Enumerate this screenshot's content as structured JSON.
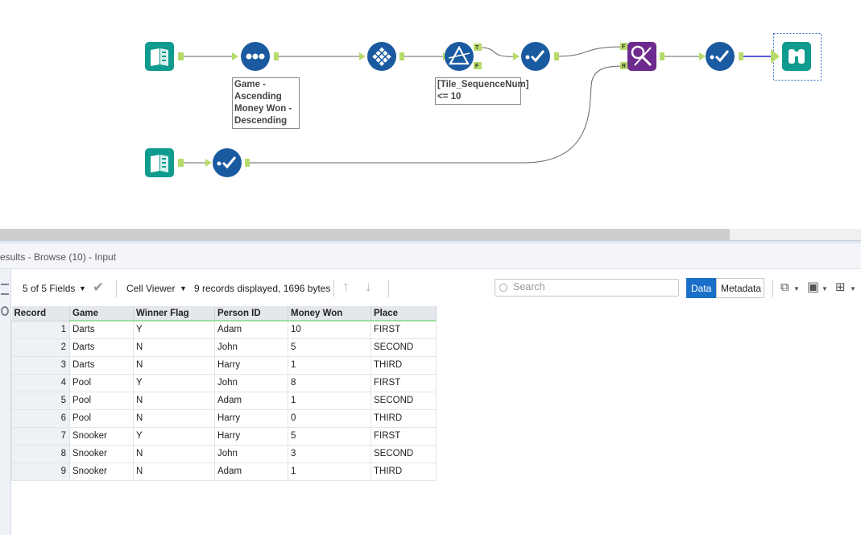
{
  "canvas": {
    "annotations": {
      "sort": "Game - Ascending Money Won - Descending",
      "filter": "[Tile_SequenceNum] <= 10"
    },
    "tools": [
      {
        "name": "input-data-tool-1-icon",
        "kind": "input"
      },
      {
        "name": "sort-tool-icon",
        "kind": "sort"
      },
      {
        "name": "tile-tool-icon",
        "kind": "tile"
      },
      {
        "name": "filter-tool-icon",
        "kind": "filter"
      },
      {
        "name": "select-tool-1-icon",
        "kind": "select"
      },
      {
        "name": "find-replace-tool-icon",
        "kind": "findreplace"
      },
      {
        "name": "select-tool-2-icon",
        "kind": "select"
      },
      {
        "name": "browse-tool-icon",
        "kind": "browse"
      },
      {
        "name": "input-data-tool-2-icon",
        "kind": "input"
      },
      {
        "name": "select-tool-3-icon",
        "kind": "select"
      }
    ],
    "anchors": {
      "true": "T",
      "false": "F",
      "find": "F",
      "replace": "R"
    },
    "colors": {
      "input": "#0f9b8e",
      "blue": "#1a5aa0",
      "purple": "#6e2b8e",
      "anchor": "#b6db6a",
      "selected_wire": "#2222cc"
    }
  },
  "results": {
    "title": "esults - Browse (10) - Input",
    "fields_label": "5 of 5 Fields",
    "viewer_label": "Cell Viewer",
    "summary": "9 records displayed, 1696 bytes",
    "search_placeholder": "Search",
    "data_button": "Data",
    "metadata_button": "Metadata"
  },
  "table": {
    "columns": [
      "Record",
      "Game",
      "Winner Flag",
      "Person ID",
      "Money Won",
      "Place"
    ],
    "rows": [
      [
        "1",
        "Darts",
        "Y",
        "Adam",
        "10",
        "FIRST"
      ],
      [
        "2",
        "Darts",
        "N",
        "John",
        "5",
        "SECOND"
      ],
      [
        "3",
        "Darts",
        "N",
        "Harry",
        "1",
        "THIRD"
      ],
      [
        "4",
        "Pool",
        "Y",
        "John",
        "8",
        "FIRST"
      ],
      [
        "5",
        "Pool",
        "N",
        "Adam",
        "1",
        "SECOND"
      ],
      [
        "6",
        "Pool",
        "N",
        "Harry",
        "0",
        "THIRD"
      ],
      [
        "7",
        "Snooker",
        "Y",
        "Harry",
        "5",
        "FIRST"
      ],
      [
        "8",
        "Snooker",
        "N",
        "John",
        "3",
        "SECOND"
      ],
      [
        "9",
        "Snooker",
        "N",
        "Adam",
        "1",
        "THIRD"
      ]
    ]
  }
}
